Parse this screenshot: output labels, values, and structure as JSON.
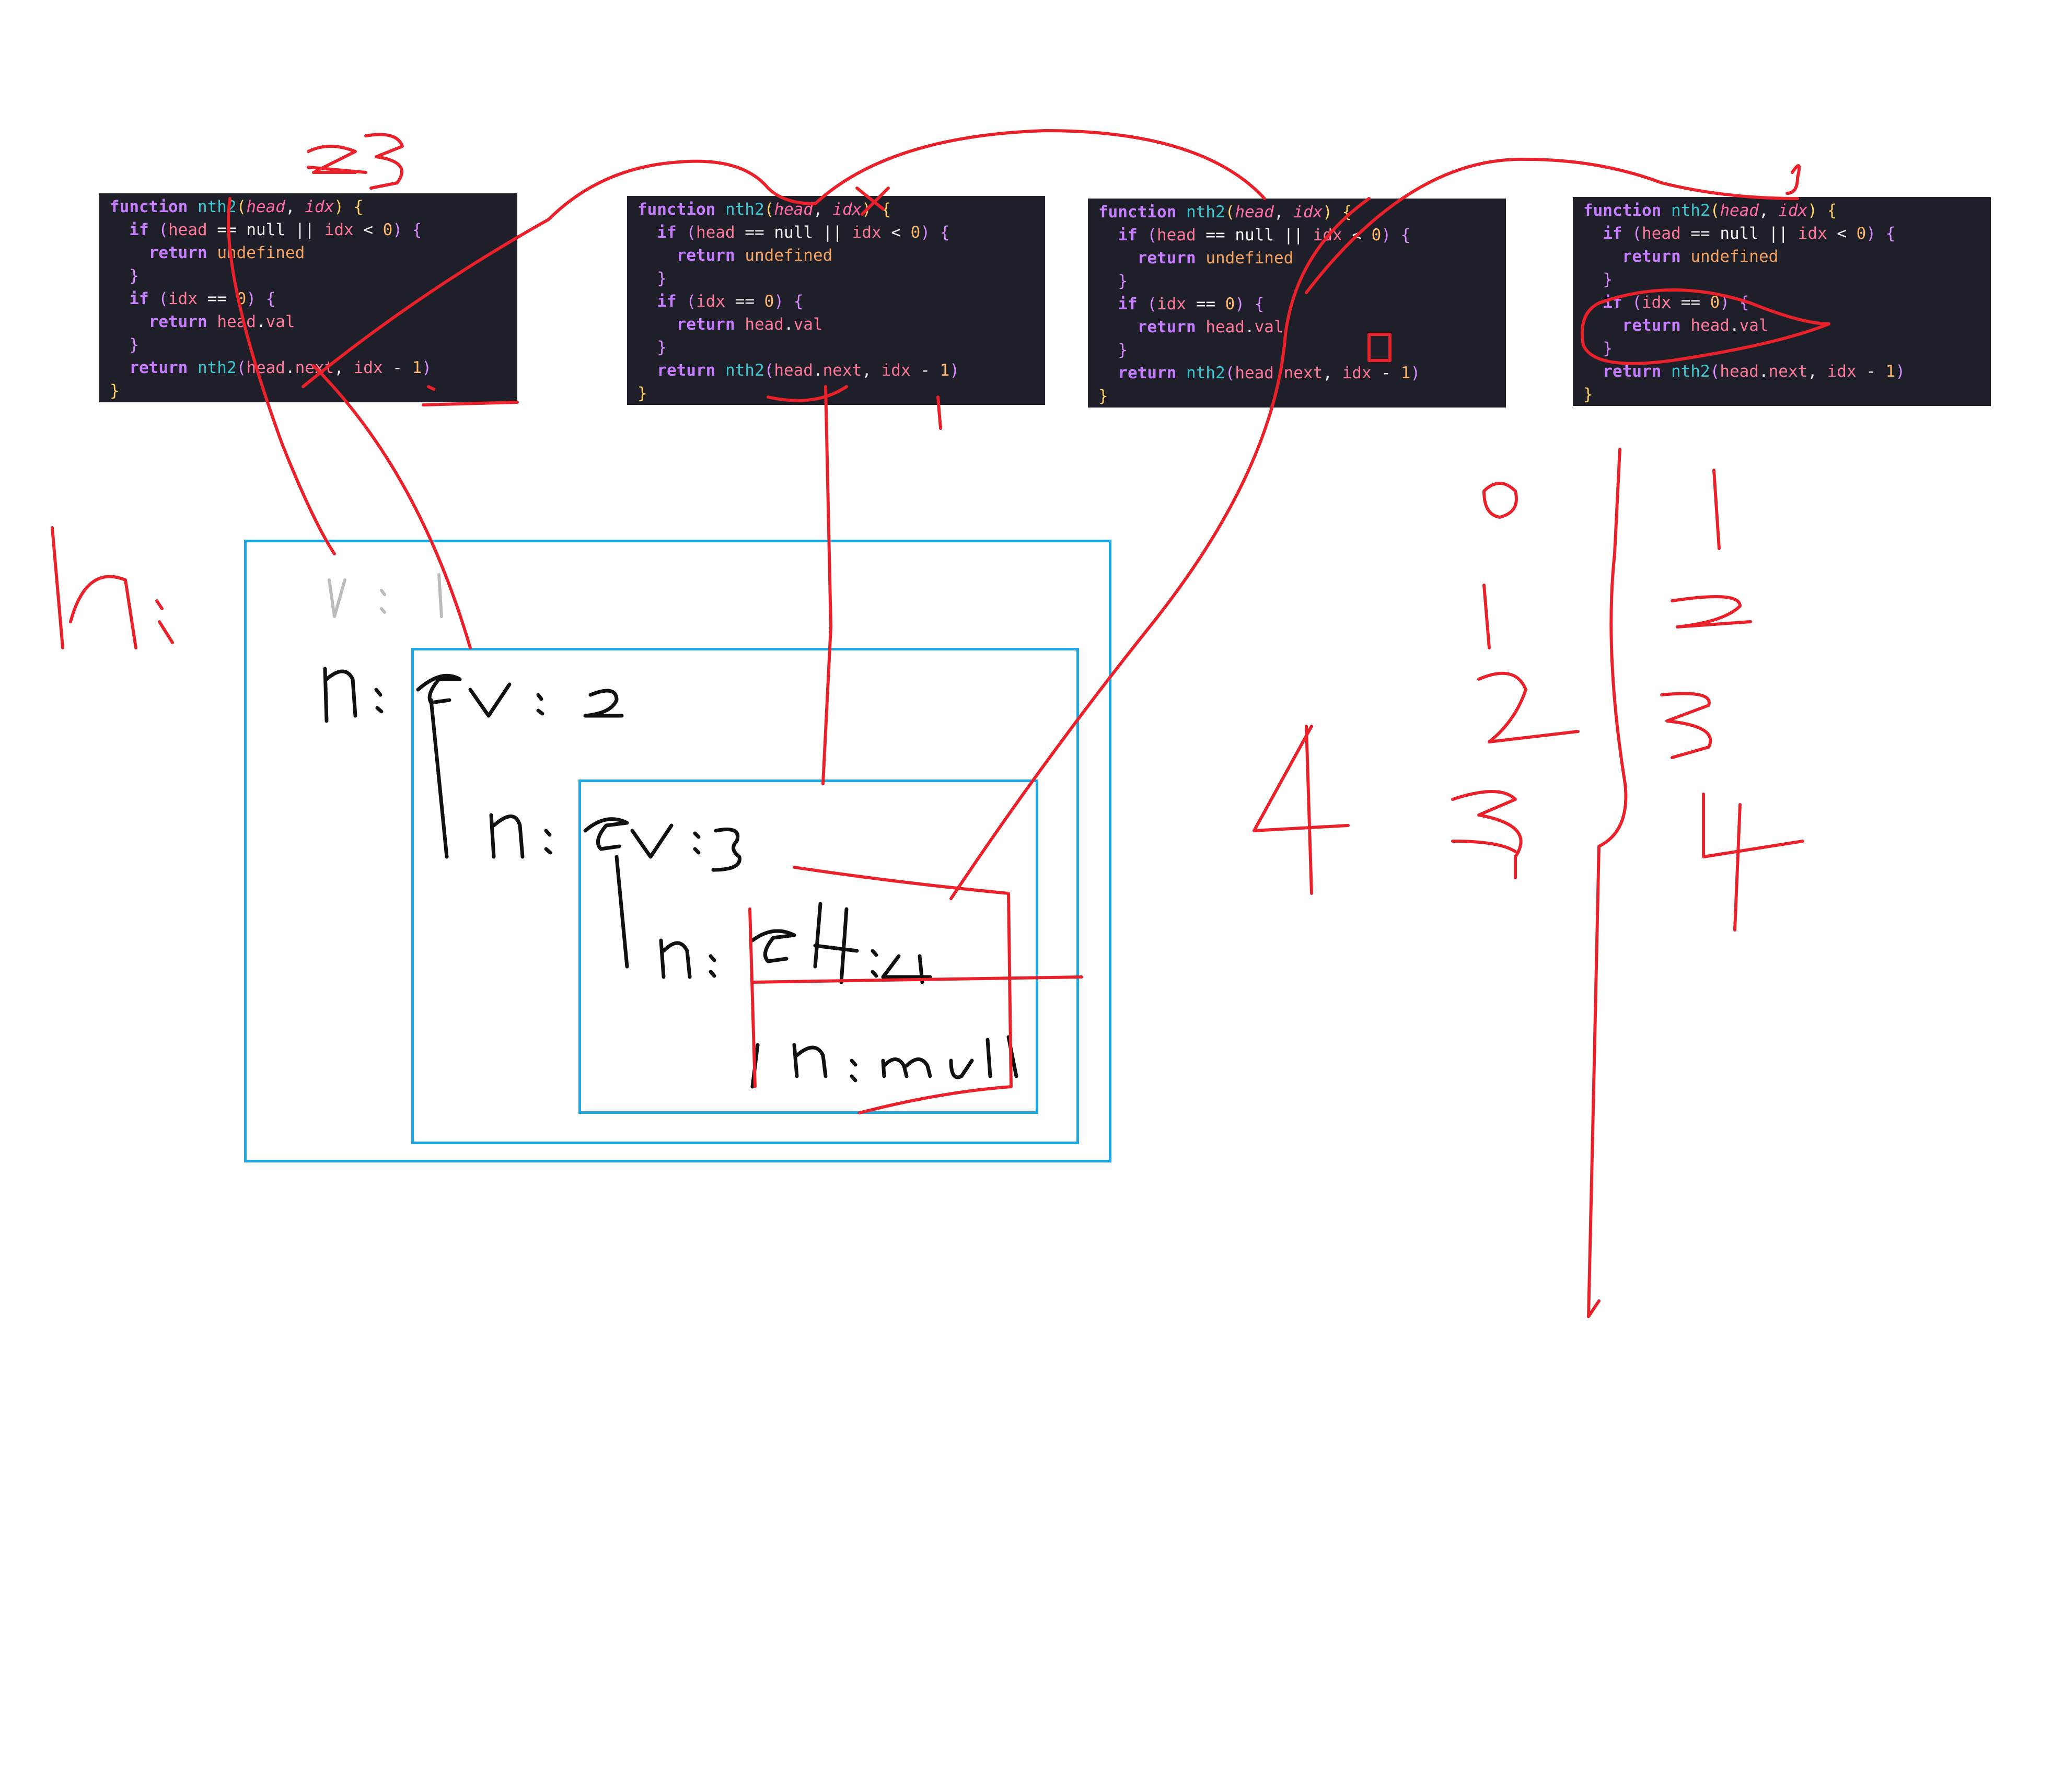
{
  "canvas": {
    "background": "#ffffff"
  },
  "code": {
    "kw_function": "function",
    "fn_name": "nth2",
    "param_head": "head",
    "param_idx": "idx",
    "kw_if": "if",
    "kw_return": "return",
    "kw_null": "null",
    "kw_undefined": "undefined",
    "var_head": "head",
    "var_idx": "idx",
    "prop_val": "val",
    "prop_next": "next",
    "op_eq": "==",
    "op_or": "||",
    "op_lt": "<",
    "op_minus": "-",
    "num_0": "0",
    "num_1": "1"
  },
  "annotations": {
    "ink_color": "#e8212b",
    "box_color": "#1ea7e1",
    "handwriting_color": "#000000"
  }
}
